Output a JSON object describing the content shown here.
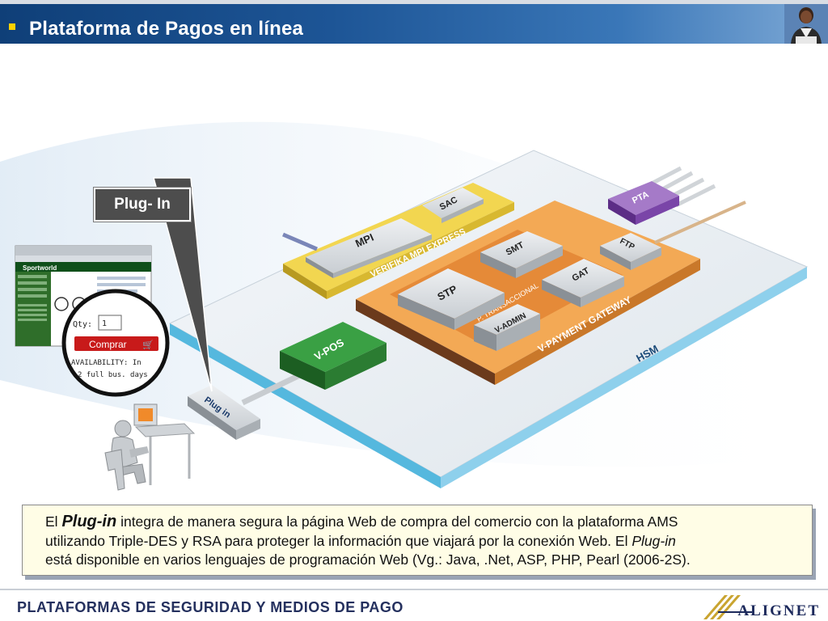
{
  "header": {
    "title": "Plataforma de Pagos en línea"
  },
  "callout": {
    "label": "Plug- In"
  },
  "diagram": {
    "layers": {
      "hsm": "HSM",
      "gateway": "V-PAYMENT GATEWAY",
      "verifika": "VERIFIKA MPI EXPRESS",
      "transaccional": "P. TRANSACCIONAL"
    },
    "modules": {
      "mpi": "MPI",
      "sac": "SAC",
      "smt": "SMT",
      "stp": "STP",
      "gat": "GAT",
      "ftp": "FTP",
      "vadmin": "V-ADMIN",
      "pta": "PTA",
      "vpos": "V-POS",
      "plugin": "Plug in"
    },
    "store": {
      "brand": "Sportworld",
      "qty_label": "Qty:",
      "qty_value": "1",
      "buy_button": "Comprar",
      "availability_line1": "AVAILABILITY: In",
      "availability_line2": "2 full bus. days"
    }
  },
  "description": {
    "prefix": "El",
    "term": "Plug-in",
    "line1": "integra de manera segura la página Web de compra del comercio con la plataforma AMS",
    "line2a": "utilizando Triple-DES y RSA para proteger la información que viajará por la conexión Web. El",
    "line2b": "Plug-in",
    "line3": "está disponible en varios lenguajes de programación Web (Vg.: Java, .Net, ASP, PHP, Pearl (2006-2S)."
  },
  "footer": {
    "text": "PLATAFORMAS DE SEGURIDAD Y MEDIOS DE PAGO",
    "logo": "ALIGNET"
  },
  "colors": {
    "header": "#1d5596",
    "gateway": "#f0a04a",
    "verifika": "#e8c830",
    "vpos": "#2e8b3a",
    "pta": "#8a55b0",
    "hsm_edge": "#3aa0d0"
  }
}
